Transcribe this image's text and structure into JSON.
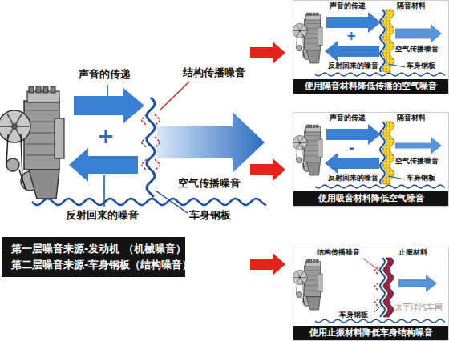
{
  "diagram": {
    "nodes": [
      {
        "text": [
          "第一层噪音来源-发动机 （机械噪音）",
          "第二层噪音来源-车身钢板（结构噪音）"
        ]
      },
      {
        "text": [
          "使用隔音材料降低传播的空气噪音"
        ]
      },
      {
        "text": [
          "使用吸音材料降低空气噪音"
        ]
      },
      {
        "text": [
          "使用止振材料降低车身结构噪音"
        ]
      }
    ],
    "labels": [
      "+",
      "声音的传递",
      "结构传播噪音",
      "空气传播噪音",
      "反射回来的噪音",
      "车身钢板",
      "声音的传递",
      "隔音材料",
      "+",
      "空气传播噪音",
      "反射回来的噪音",
      "车身钢板",
      "声音的传递",
      "隔音材料",
      "-",
      "空气传播噪音",
      "反射回来的噪音",
      "车身钢板",
      "结构传播噪音",
      "止振材料",
      "车身钢板",
      "太平洋汽车网"
    ]
  }
}
